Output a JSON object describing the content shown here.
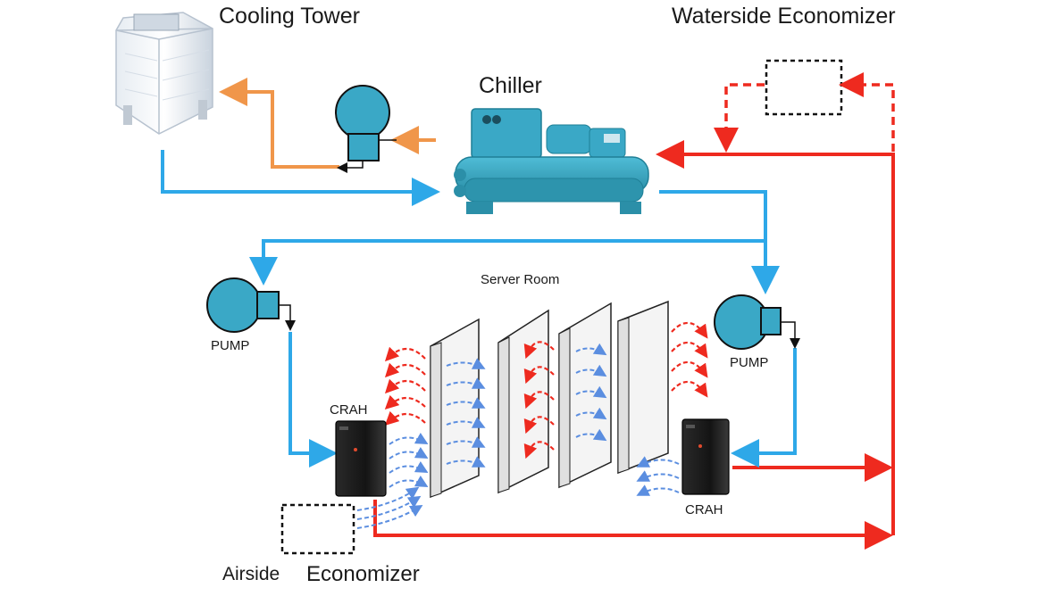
{
  "labels": {
    "cooling_tower": "Cooling Tower",
    "waterside_economizer": "Waterside Economizer",
    "chiller": "Chiller",
    "server_room": "Server Room",
    "pump_left": "PUMP",
    "pump_right": "PUMP",
    "crah_left": "CRAH",
    "crah_right": "CRAH",
    "airside": "Airside",
    "economizer": "Economizer"
  },
  "colors": {
    "chilled_water": "#2ea8e8",
    "hot_water": "#ee2a1f",
    "condenser_water": "#f0964a",
    "cool_air": "#5b8ee0",
    "hot_air": "#ee2a1f",
    "equipment_teal": "#3aa8c6",
    "crah_black": "#1c1c1c"
  }
}
